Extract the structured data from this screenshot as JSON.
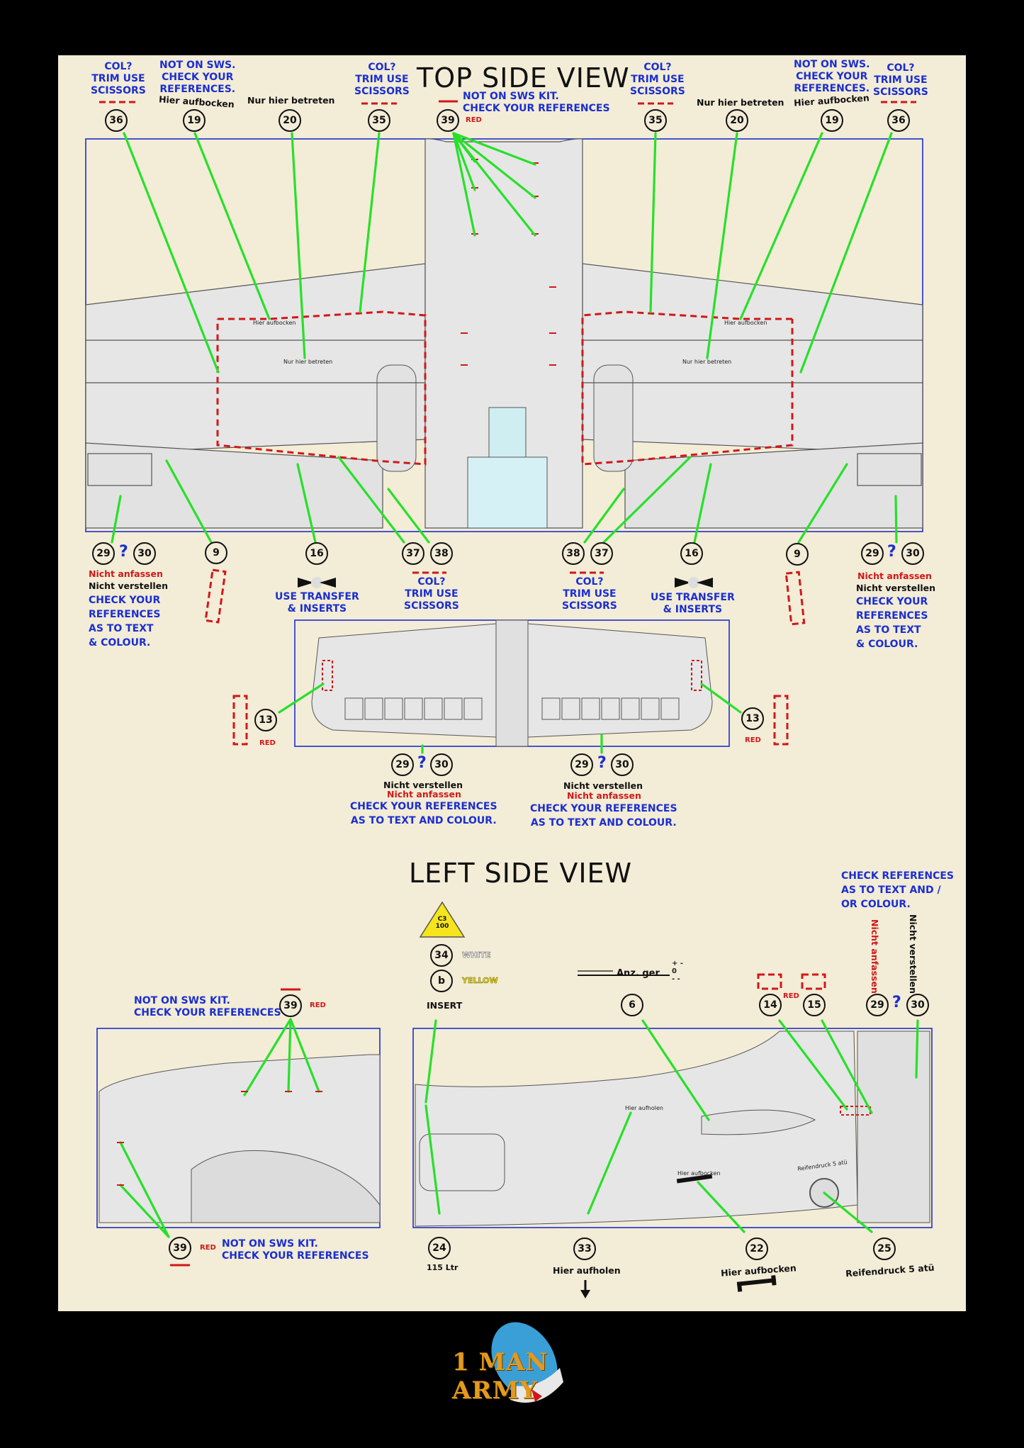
{
  "titles": {
    "top": "TOP SIDE VIEW",
    "left": "LEFT SIDE VIEW"
  },
  "notes": {
    "col_trim": "COL?\nTRIM USE\nSCISSORS",
    "not_on_sws": "NOT ON SWS.\nCHECK YOUR\nREFERENCES.",
    "not_on_sws_kit_top": "NOT ON SWS KIT.\nCHECK YOUR REFERENCES",
    "use_transfer": "USE TRANSFER\n& INSERTS",
    "check_refs_text_colour": "CHECK YOUR\nREFERENCES\nAS TO TEXT\n& COLOUR.",
    "check_refs_line": "CHECK YOUR REFERENCES\nAS TO TEXT AND COLOUR.",
    "check_refs_slash": "CHECK REFERENCES\nAS TO TEXT AND /\nOR COLOUR.",
    "not_on_sws_kit_left": "NOT ON SWS KIT.\nCHECK YOUR REFERENCES"
  },
  "german": {
    "hier_aufbocken": "Hier aufbocken",
    "nur_hier_betreten": "Nur hier betreten",
    "nicht_anfassen": "Nicht anfassen",
    "nicht_verstellen": "Nicht verstellen",
    "hier_aufholen": "Hier aufholen",
    "reifendruck": "Reifendruck 5 atü",
    "liter": "115 Ltr",
    "anz_ger": "Anz.  ger"
  },
  "colors": {
    "red": "RED",
    "white": "WHITE",
    "yellow": "YELLOW"
  },
  "insert_label": "INSERT",
  "b_marker": "b",
  "c3_marker": "C3\n100",
  "callouts": {
    "n36": "36",
    "n19": "19",
    "n20": "20",
    "n35": "35",
    "n39": "39",
    "n29": "29",
    "n30": "30",
    "n9": "9",
    "n16": "16",
    "n37": "37",
    "n38": "38",
    "n13": "13",
    "n34": "34",
    "n6": "6",
    "n14": "14",
    "n15": "15",
    "n24": "24",
    "n33": "33",
    "n22": "22",
    "n25": "25"
  },
  "question_mark": "?",
  "logo": {
    "line1": "1 MAN",
    "line2": "ARMY"
  },
  "palette": {
    "callout_line": "#27e02a",
    "frame": "#1b2fcf",
    "aircraft": "#e6e6e6",
    "background": "#f3ecd7"
  }
}
